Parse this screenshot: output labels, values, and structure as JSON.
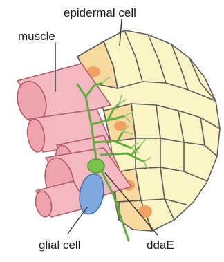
{
  "labels": {
    "epidermal_cell": "epidermal cell",
    "muscle": "muscle",
    "glial_cell": "glial cell",
    "ddaE": "ddaE"
  },
  "colors": {
    "epidermis_fill": "#fbf4c4",
    "epidermis_stroke": "#5c5c5c",
    "highlight_cell": "#f7d59a",
    "nucleus": "#f1a260",
    "muscle_fill": "#f4b8c0",
    "muscle_stroke": "#b05a6a",
    "neuron": "#5fae3e",
    "soma": "#79c24e",
    "glia": "#7fa9dc",
    "glia_stroke": "#3d6fae"
  }
}
